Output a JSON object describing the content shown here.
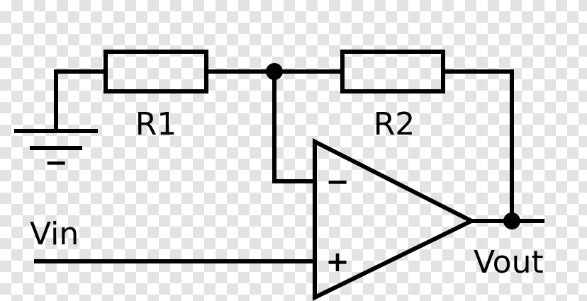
{
  "diagram": {
    "components": {
      "r1": {
        "label": "R1"
      },
      "r2": {
        "label": "R2"
      },
      "opamp": {
        "inverting_sign": "−",
        "noninverting_sign": "+"
      },
      "ground": {
        "sign": "−"
      }
    },
    "nets": {
      "input": {
        "label": "Vin"
      },
      "output": {
        "label": "Vout"
      }
    }
  }
}
